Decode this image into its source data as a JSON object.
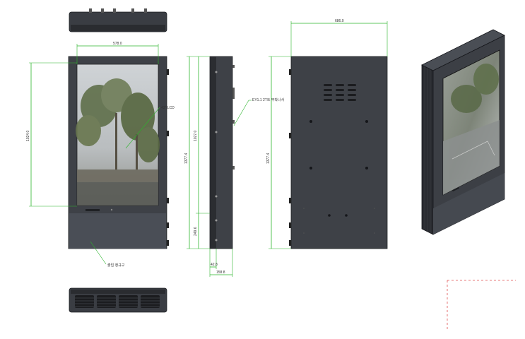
{
  "drawing": {
    "dimensions": {
      "front_inner_width": "578.0",
      "front_screen_height": "1024.0",
      "side_height_upper": "1027.0",
      "side_height_total": "1377.4",
      "side_height_lower": "249.6",
      "side_depth_small": "42.8",
      "side_depth_total": "158.8",
      "back_width": "686.0",
      "back_height": "1377.4"
    },
    "annotations": {
      "lcd_note": "43\" LCD",
      "bolt_note": "EY1.1 2T트 부착나사",
      "bottom_note": "출입 정규구"
    }
  },
  "colors": {
    "body": "#3f4248",
    "body_dark": "#2b2d31",
    "panel_light": "#4a4e55",
    "dimension": "#2db52d",
    "marker": "#e05050"
  }
}
